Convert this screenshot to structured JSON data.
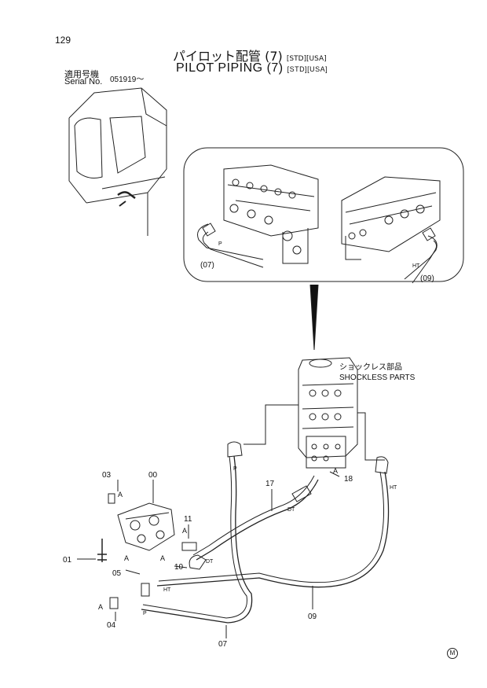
{
  "page_number": "129",
  "title_jp": "パイロット配管 (7)",
  "title_en": "PILOT PIPING (7)",
  "tag_std": "[STD]",
  "tag_usa": "[USA]",
  "serial_label_jp": "適用号機",
  "serial_label_en": "Serial No.",
  "serial_value": "051919～",
  "shockless_jp": "ショックレス部品",
  "shockless_en": "SHOCKLESS PARTS",
  "callouts": {
    "c00": "00",
    "c01": "01",
    "c03": "03",
    "c04": "04",
    "c05": "05",
    "c07": "07",
    "c09": "09",
    "c10": "10",
    "c11": "11",
    "c17": "17",
    "c18": "18",
    "inset07": "(07)",
    "inset09": "(09)"
  },
  "letters": {
    "A": "A",
    "P": "P",
    "HT": "HT",
    "DT": "DT"
  },
  "footer_mark": "M"
}
